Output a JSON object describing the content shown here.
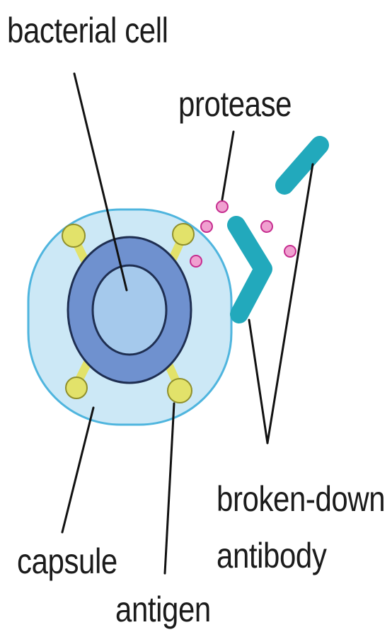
{
  "labels": {
    "bacterial_cell": "bacterial cell",
    "protease": "protease",
    "broken_down": "broken-down",
    "antibody": "antibody",
    "capsule": "capsule",
    "antigen": "antigen"
  },
  "colors": {
    "capsule_fill": "#cce8f6",
    "capsule_stroke": "#4fb5de",
    "cell_wall": "#6f91cf",
    "cell_inner": "#a5c9ec",
    "cell_outline": "#1f2f52",
    "antigen": "#e2e26a",
    "antigen_stroke": "#8f8f2c",
    "antibody_fragment": "#22a9bc",
    "antibody_stroke": "#10707d",
    "protease": "#f0a0d0",
    "protease_stroke": "#c62d8f",
    "leader_line": "#111111"
  }
}
